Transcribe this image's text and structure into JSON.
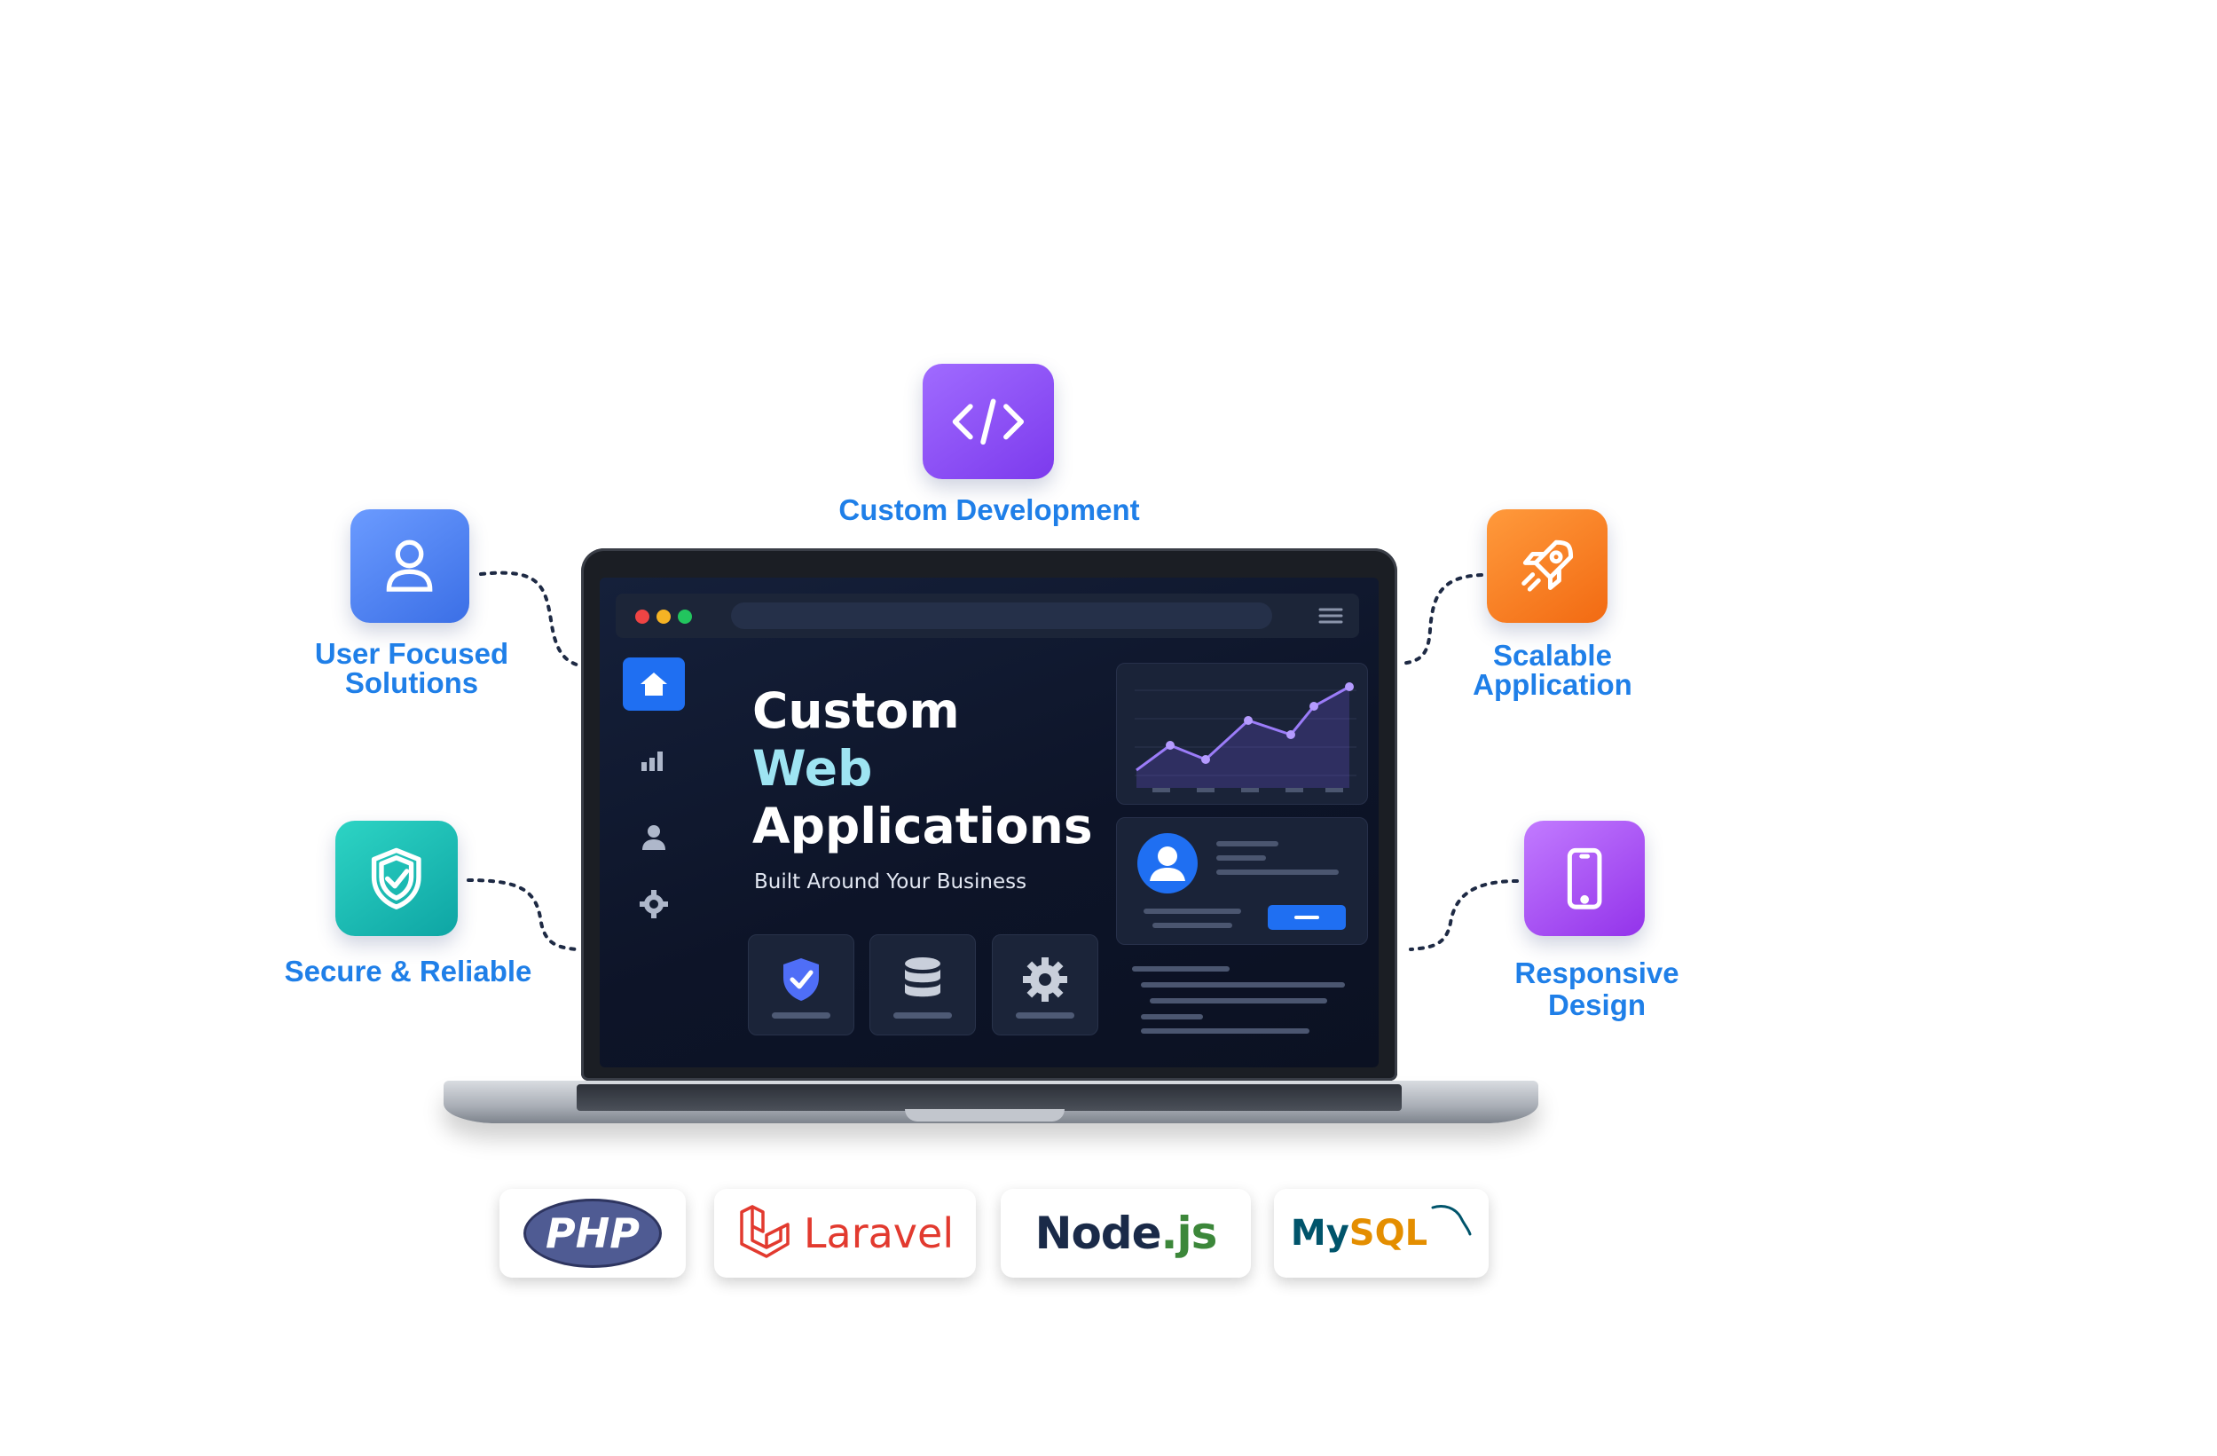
{
  "features": {
    "custom_development": {
      "label": "Custom Development",
      "icon": "code-icon",
      "color": "#8b5cf6"
    },
    "user_focused": {
      "line1": "User Focused",
      "line2": "Solutions",
      "icon": "user-icon",
      "color": "#4f7ef2"
    },
    "scalable": {
      "line1": "Scalable",
      "line2": "Application",
      "icon": "rocket-icon",
      "color": "#f97316"
    },
    "secure": {
      "label": "Secure & Reliable",
      "icon": "shield-check-icon",
      "color": "#14b8a6"
    },
    "responsive": {
      "line1": "Responsive",
      "line2": "Design",
      "icon": "mobile-icon",
      "color": "#a855f7"
    }
  },
  "screen": {
    "title_line1": "Custom",
    "title_line2": "Web",
    "title_line3": "Applications",
    "subtitle": "Built Around Your Business",
    "tiles": [
      "shield-check-icon",
      "database-icon",
      "gear-icon"
    ],
    "sidebar": [
      "home-icon",
      "bar-chart-icon",
      "user-icon",
      "gear-icon"
    ]
  },
  "tech": {
    "php": "PHP",
    "laravel": "Laravel",
    "node": "Node",
    "node_js": "js",
    "mysql_my": "My",
    "mysql_sql": "SQL"
  }
}
